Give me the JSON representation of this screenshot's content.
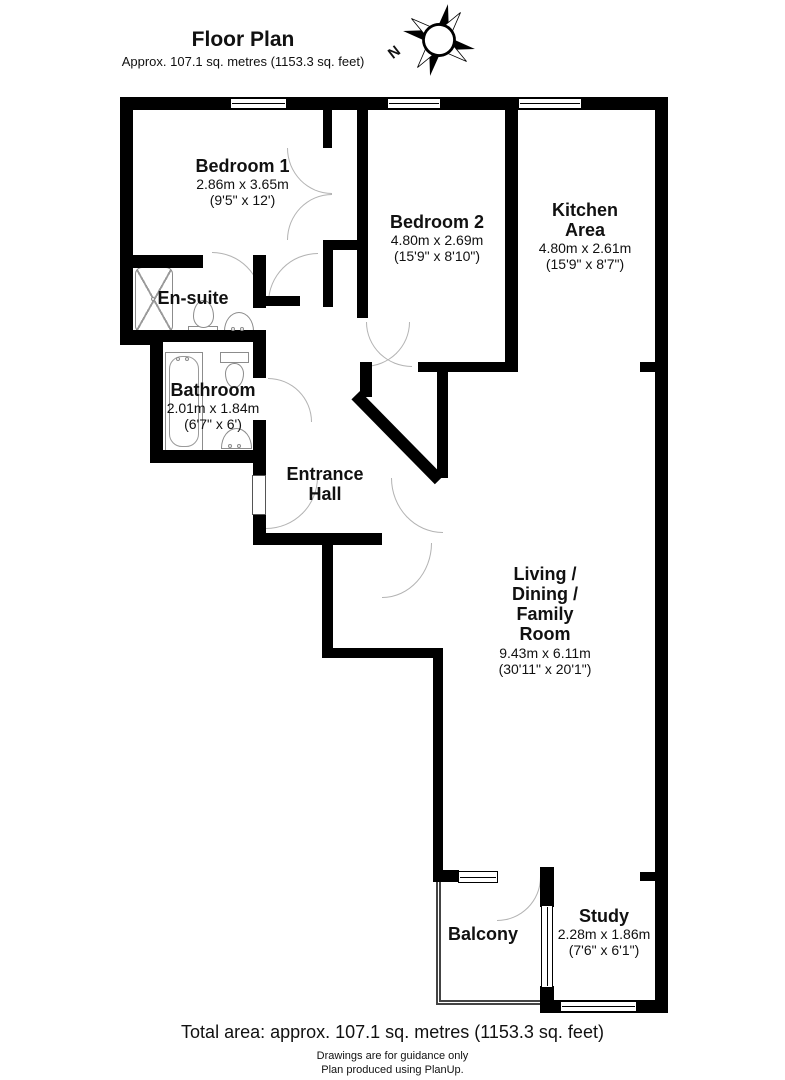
{
  "header": {
    "title": "Floor Plan",
    "subtitle": "Approx. 107.1 sq. metres (1153.3 sq. feet)"
  },
  "compass": {
    "north_label": "N"
  },
  "rooms": {
    "bedroom1": {
      "name_lines": [
        "Bedroom 1"
      ],
      "dim_lines": [
        "2.86m x 3.65m",
        "(9'5\" x 12')"
      ]
    },
    "bedroom2": {
      "name_lines": [
        "Bedroom 2"
      ],
      "dim_lines": [
        "4.80m x 2.69m",
        "(15'9\" x 8'10\")"
      ]
    },
    "kitchen": {
      "name_lines": [
        "Kitchen",
        "Area"
      ],
      "dim_lines": [
        "4.80m x 2.61m",
        "(15'9\" x 8'7\")"
      ]
    },
    "ensuite": {
      "name_lines": [
        "En-suite"
      ],
      "dim_lines": []
    },
    "bathroom": {
      "name_lines": [
        "Bathroom"
      ],
      "dim_lines": [
        "2.01m x 1.84m",
        "(6'7\" x 6')"
      ]
    },
    "entrance_hall": {
      "name_lines": [
        "Entrance",
        "Hall"
      ],
      "dim_lines": []
    },
    "living_room": {
      "name_lines": [
        "Living /",
        "Dining /",
        "Family",
        "Room"
      ],
      "dim_lines": [
        "9.43m x 6.11m",
        "(30'11\" x 20'1\")"
      ]
    },
    "balcony": {
      "name_lines": [
        "Balcony"
      ],
      "dim_lines": []
    },
    "study": {
      "name_lines": [
        "Study"
      ],
      "dim_lines": [
        "2.28m x 1.86m",
        "(7'6\" x 6'1\")"
      ]
    }
  },
  "footer": {
    "total_area": "Total area: approx. 107.1 sq. metres (1153.3 sq. feet)",
    "disclaimer_line1": "Drawings are for guidance only",
    "disclaimer_line2": "Plan produced using PlanUp."
  },
  "colors": {
    "wall": "#000000",
    "background": "#ffffff",
    "door_arc": "#b3b3b3",
    "fixture_outline": "#8c8c8c"
  }
}
